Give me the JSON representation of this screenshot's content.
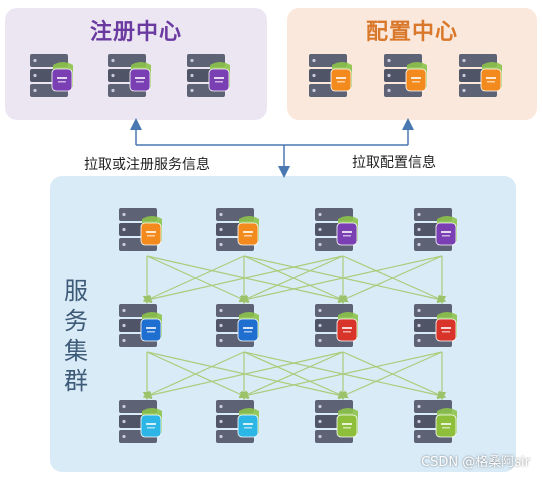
{
  "registry": {
    "title": "注册中心",
    "color": "#6b3aa0"
  },
  "config": {
    "title": "配置中心",
    "color": "#d9782a"
  },
  "flows": {
    "register": "拉取或注册服务信息",
    "config": "拉取配置信息"
  },
  "cluster": {
    "label": [
      "服",
      "务",
      "集",
      "群"
    ]
  },
  "registry_nodes": [
    "#7a3fb3",
    "#7a3fb3",
    "#7a3fb3"
  ],
  "config_nodes": [
    "#f28a1e",
    "#f28a1e",
    "#f28a1e"
  ],
  "cluster_rows": [
    [
      "#f28a1e",
      "#f28a1e",
      "#7a3fb3",
      "#7a3fb3"
    ],
    [
      "#1f6fd1",
      "#1f6fd1",
      "#d8342a",
      "#d8342a"
    ],
    [
      "#2cb6e6",
      "#2cb6e6",
      "#8dbf3a",
      "#8dbf3a"
    ]
  ],
  "watermark": "CSDN @格桑阿sir"
}
